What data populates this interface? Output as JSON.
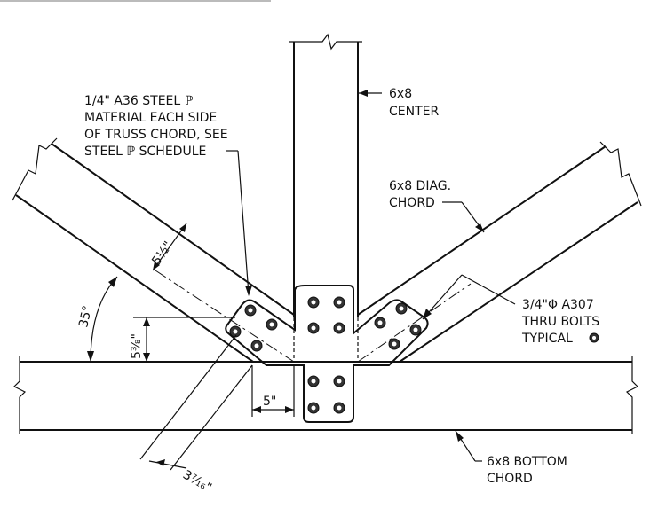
{
  "labels": {
    "steel_plate_line1": "1/4\" A36 STEEL ℙ",
    "steel_plate_line2": "MATERIAL EACH SIDE",
    "steel_plate_line3": "OF TRUSS CHORD, SEE",
    "steel_plate_line4": "STEEL ℙ SCHEDULE",
    "center_line1": "6x8",
    "center_line2": "CENTER",
    "diag_line1": "6x8 DIAG.",
    "diag_line2": "CHORD",
    "bolts_line1": "3/4\"Φ A307",
    "bolts_line2": "THRU BOLTS",
    "bolts_line3": "TYPICAL",
    "bottom_line1": "6x8 BOTTOM",
    "bottom_line2": "CHORD"
  },
  "dimensions": {
    "angle": "35°",
    "diag_depth": "5½\"",
    "vertical_offset": "5⅜\"",
    "horizontal_offset": "5\"",
    "edge_distance": "3⁷⁄₁₆\""
  }
}
